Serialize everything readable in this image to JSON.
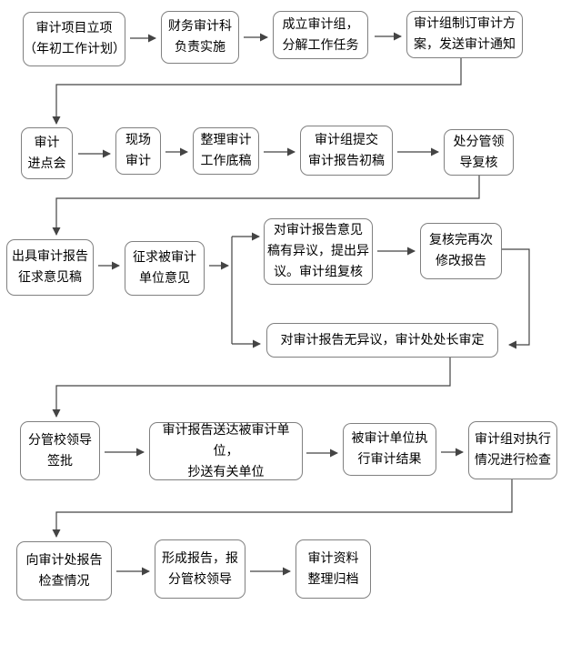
{
  "page": {
    "background_color": "#ffffff",
    "box_border_color": "#808080",
    "connector_color": "#444444",
    "text_color": "#000000"
  },
  "flowchart": {
    "nodes": {
      "project_initiation": {
        "label": "审计项目立项\n（年初工作计划）"
      },
      "finance_audit_dept": {
        "label": "财务审计科\n负责实施"
      },
      "form_audit_team": {
        "label": "成立审计组，\n分解工作任务"
      },
      "audit_plan_notice": {
        "label": "审计组制订审计方\n案，发送审计通知"
      },
      "entry_meeting": {
        "label": "审计\n进点会"
      },
      "onsite_audit": {
        "label": "现场\n审计"
      },
      "working_papers": {
        "label": "整理审计\n工作底稿"
      },
      "draft_report": {
        "label": "审计组提交\n审计报告初稿"
      },
      "leader_review": {
        "label": "处分管领\n导复核"
      },
      "issue_draft": {
        "label": "出具审计报告\n征求意见稿"
      },
      "solicit_opinions": {
        "label": "征求被审计\n单位意见"
      },
      "objection": {
        "label": "对审计报告意见\n稿有异议，提出异\n议。审计组复核"
      },
      "revise_report": {
        "label": "复核完再次\n修改报告"
      },
      "no_objection": {
        "label": "对审计报告无异议，审计处处长审定"
      },
      "leader_sign": {
        "label": "分管校领导\n签批"
      },
      "deliver_report": {
        "label": "审计报告送达被审计单位，\n抄送有关单位"
      },
      "execute_results": {
        "label": "被审计单位执\n行审计结果"
      },
      "check_execution": {
        "label": "审计组对执行\n情况进行检查"
      },
      "report_check": {
        "label": "向审计处报告\n检查情况"
      },
      "form_report": {
        "label": "形成报告，报\n分管校领导"
      },
      "archive": {
        "label": "审计资料\n整理归档"
      }
    },
    "edges": [
      {
        "from": "project_initiation",
        "to": "finance_audit_dept"
      },
      {
        "from": "finance_audit_dept",
        "to": "form_audit_team"
      },
      {
        "from": "form_audit_team",
        "to": "audit_plan_notice"
      },
      {
        "from": "audit_plan_notice",
        "to": "entry_meeting"
      },
      {
        "from": "entry_meeting",
        "to": "onsite_audit"
      },
      {
        "from": "onsite_audit",
        "to": "working_papers"
      },
      {
        "from": "working_papers",
        "to": "draft_report"
      },
      {
        "from": "draft_report",
        "to": "leader_review"
      },
      {
        "from": "leader_review",
        "to": "issue_draft"
      },
      {
        "from": "issue_draft",
        "to": "solicit_opinions"
      },
      {
        "from": "solicit_opinions",
        "to": "objection"
      },
      {
        "from": "solicit_opinions",
        "to": "no_objection"
      },
      {
        "from": "objection",
        "to": "revise_report"
      },
      {
        "from": "revise_report",
        "to": "no_objection"
      },
      {
        "from": "no_objection",
        "to": "leader_sign"
      },
      {
        "from": "leader_sign",
        "to": "deliver_report"
      },
      {
        "from": "deliver_report",
        "to": "execute_results"
      },
      {
        "from": "execute_results",
        "to": "check_execution"
      },
      {
        "from": "check_execution",
        "to": "report_check"
      },
      {
        "from": "report_check",
        "to": "form_report"
      },
      {
        "from": "form_report",
        "to": "archive"
      }
    ]
  }
}
